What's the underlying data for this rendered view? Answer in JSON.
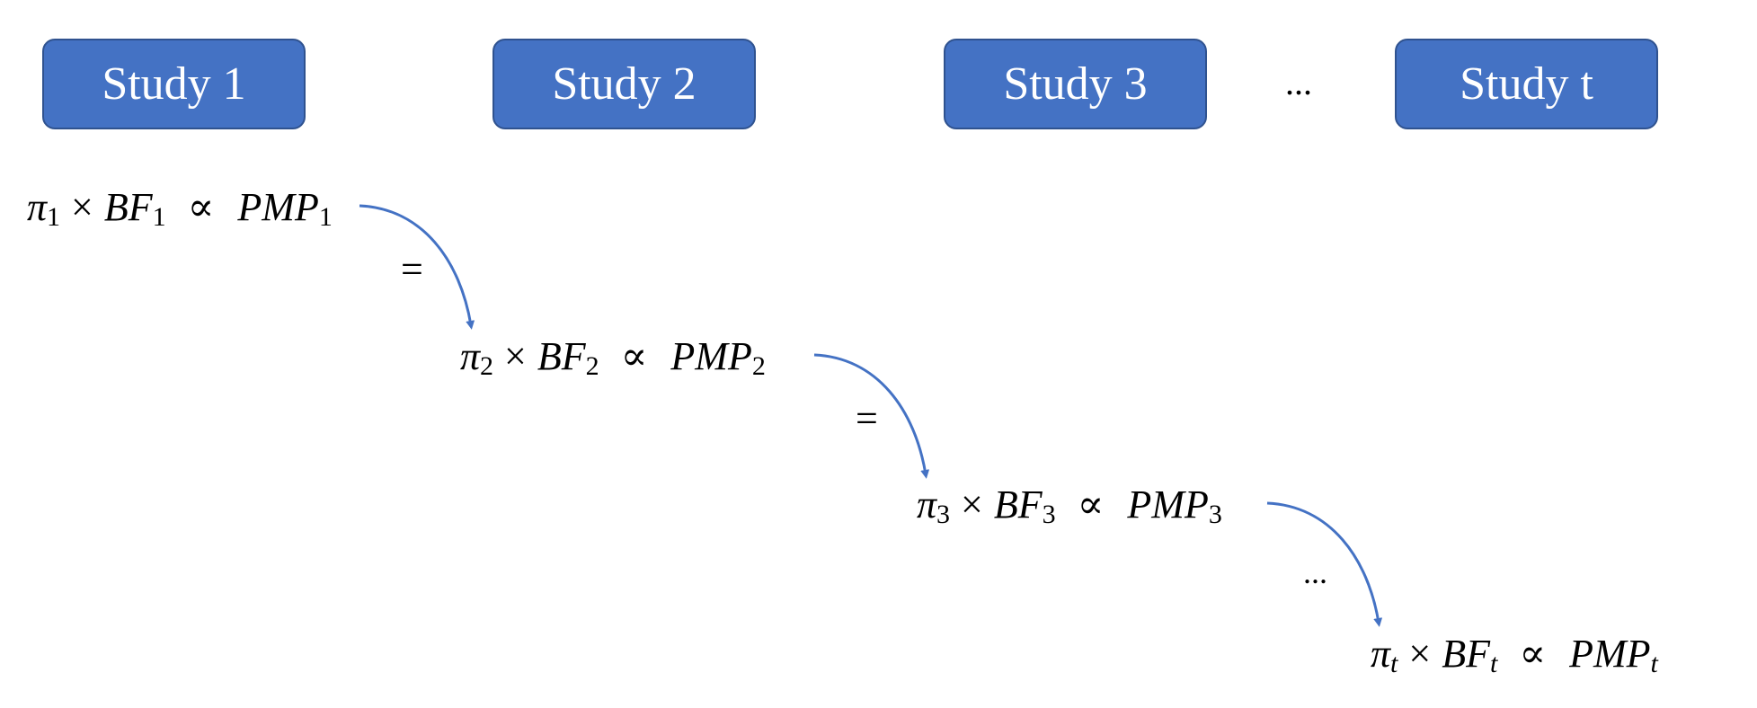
{
  "studies": {
    "box1": "Study 1",
    "box2": "Study 2",
    "box3": "Study 3",
    "ellipsis": "...",
    "box4": "Study t"
  },
  "equations": [
    {
      "pi": "π",
      "sub": "1",
      "times": "×",
      "bf": "BF",
      "prop": "∝",
      "pmp": "PMP"
    },
    {
      "pi": "π",
      "sub": "2",
      "times": "×",
      "bf": "BF",
      "prop": "∝",
      "pmp": "PMP"
    },
    {
      "pi": "π",
      "sub": "3",
      "times": "×",
      "bf": "BF",
      "prop": "∝",
      "pmp": "PMP"
    },
    {
      "pi": "π",
      "sub": "t",
      "times": "×",
      "bf": "BF",
      "prop": "∝",
      "pmp": "PMP"
    }
  ],
  "connectors": {
    "c1": "=",
    "c2": "=",
    "c3": "..."
  },
  "colors": {
    "box_fill": "#4472c4",
    "box_border": "#2f528f",
    "arrow": "#4472c4"
  }
}
